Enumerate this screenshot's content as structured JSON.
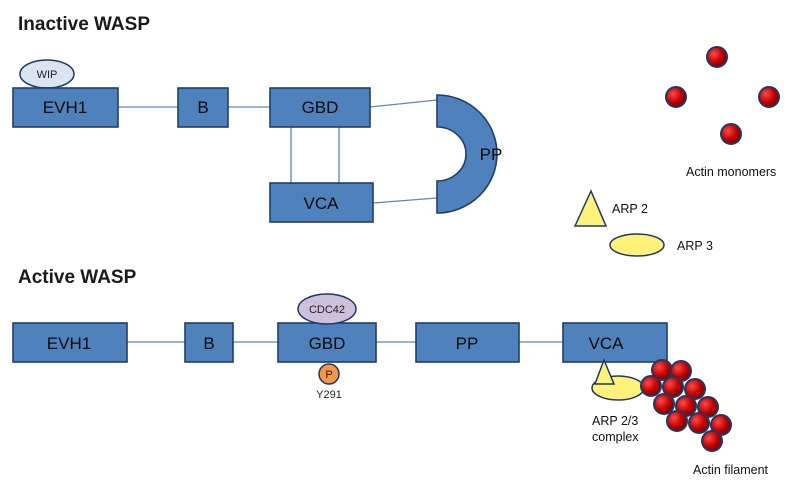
{
  "inactive": {
    "title": "Inactive WASP",
    "wip_label": "WIP",
    "evh1_label": "EVH1",
    "b_label": "B",
    "gbd_label": "GBD",
    "vca_label": "VCA",
    "pp_label": "PP"
  },
  "active": {
    "title": "Active WASP",
    "evh1_label": "EVH1",
    "b_label": "B",
    "gbd_label": "GBD",
    "pp_label": "PP",
    "vca_label": "VCA",
    "cdc42_label": "CDC42",
    "p_label": "P",
    "y291_label": "Y291"
  },
  "legend": {
    "actin_monomers": "Actin monomers",
    "arp2": "ARP 2",
    "arp3": "ARP 3",
    "arp23_line1": "ARP 2/3",
    "arp23_line2": "complex",
    "actin_filament": "Actin filament"
  },
  "colors": {
    "domain_box": "#4f81bd",
    "box_border": "#1f3f66",
    "actin": "#c00000",
    "arp": "#fff27a",
    "cdc42": "#ccc0da",
    "wip": "#dbe5f1",
    "phospho": "#f79646"
  }
}
